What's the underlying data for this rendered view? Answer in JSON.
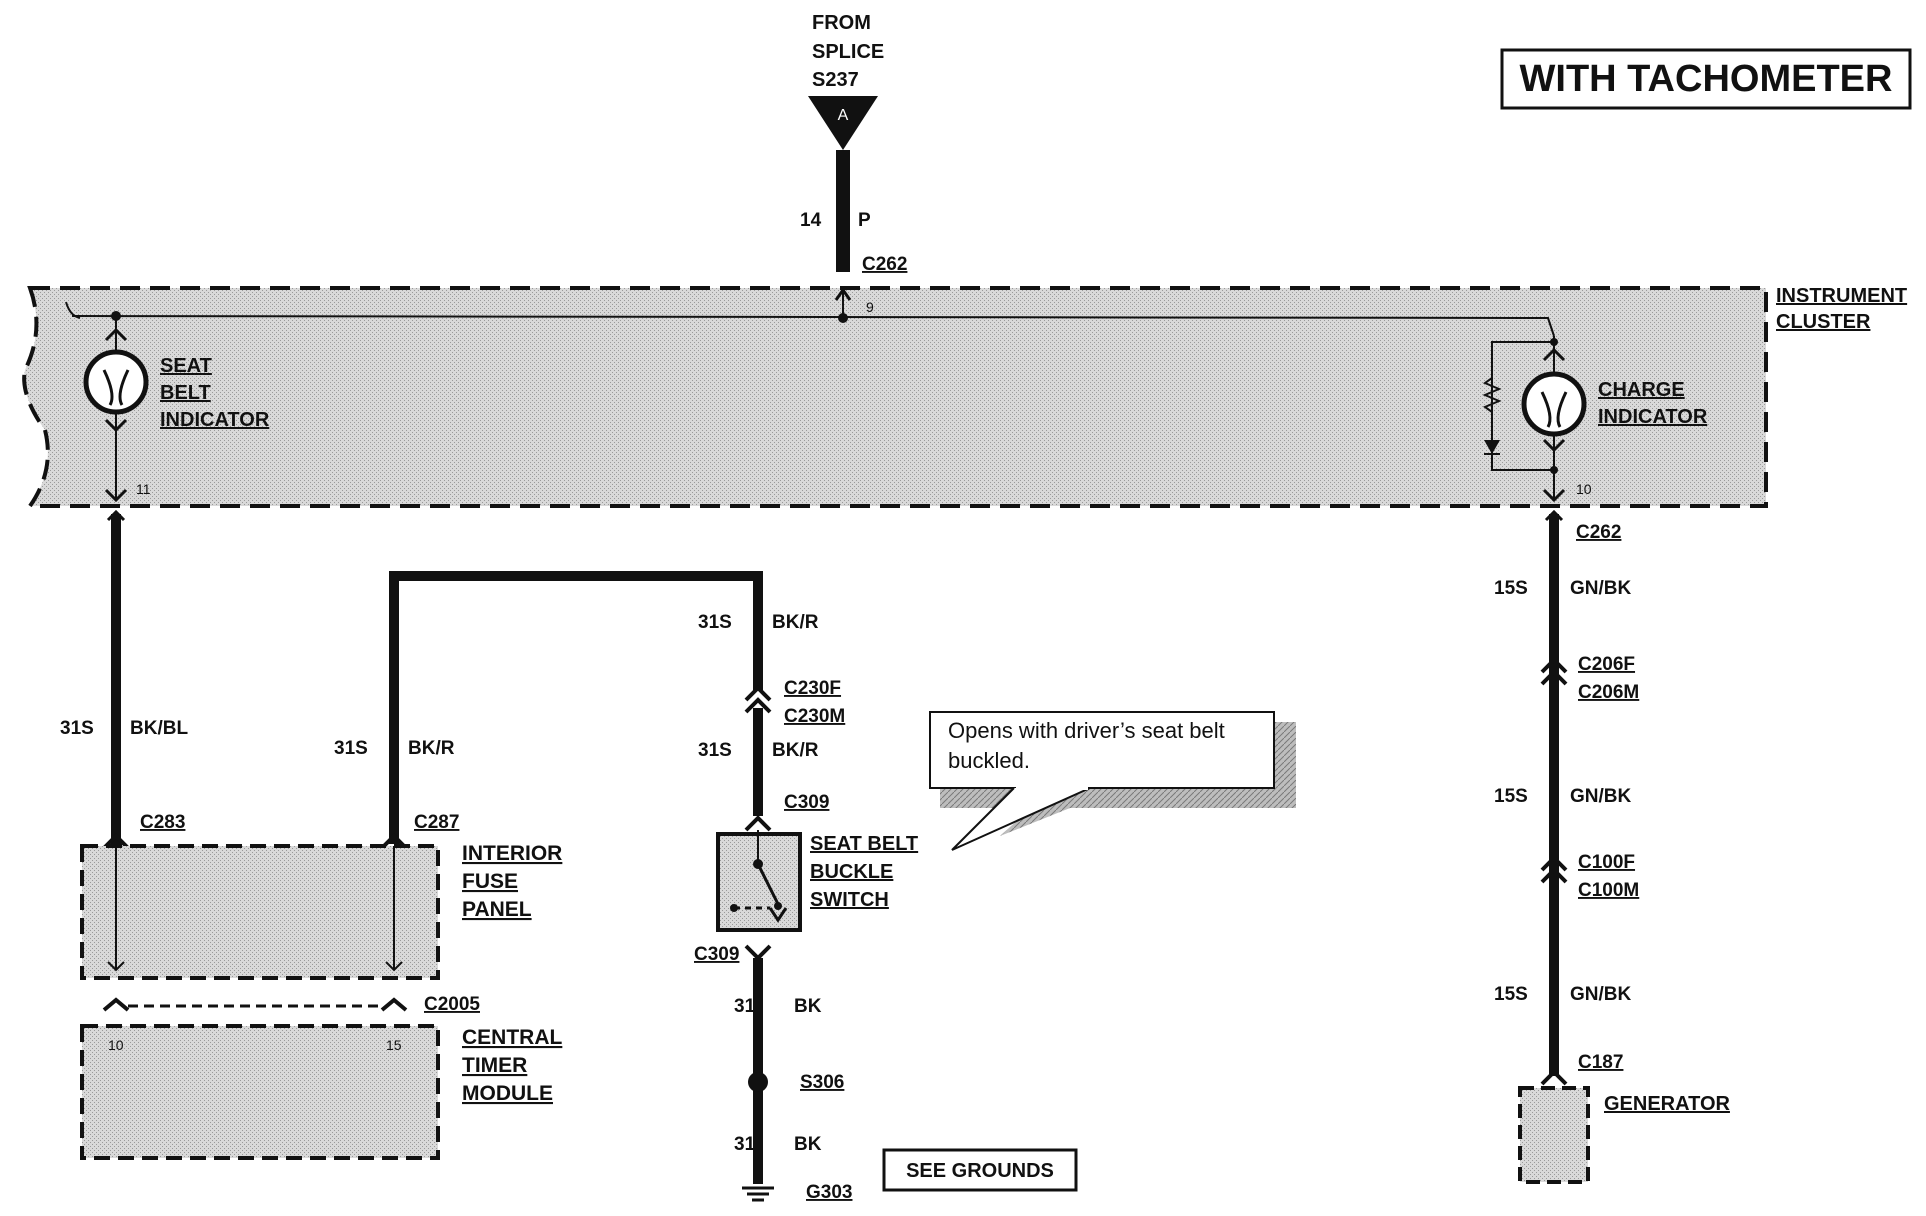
{
  "title": "WITH TACHOMETER",
  "source": {
    "lines": [
      "FROM",
      "SPLICE",
      "S237"
    ],
    "connector_letter": "A"
  },
  "top_wire": {
    "gauge": "14",
    "color": "P",
    "connector": "C262",
    "pin": "9"
  },
  "instrument_cluster": {
    "lines": [
      "INSTRUMENT",
      "CLUSTER"
    ]
  },
  "seat_belt_indicator": {
    "lines": [
      "SEAT",
      "BELT",
      "INDICATOR"
    ],
    "pin": "11"
  },
  "charge_indicator": {
    "lines": [
      "CHARGE",
      "INDICATOR"
    ],
    "pin": "10",
    "connector": "C262"
  },
  "left_wire": {
    "gauge": "31S",
    "color": "BK/BL",
    "connector": "C283"
  },
  "middle_wire": {
    "gauge": "31S",
    "color": "BK/R",
    "connector": "C287"
  },
  "switch_wire_upper": {
    "gauge": "31S",
    "color": "BK/R"
  },
  "c230": {
    "female": "C230F",
    "male": "C230M"
  },
  "switch_wire_lower": {
    "gauge": "31S",
    "color": "BK/R",
    "connector": "C309"
  },
  "seat_belt_buckle_switch": {
    "lines": [
      "SEAT BELT",
      "BUCKLE",
      "SWITCH"
    ],
    "connector_bottom": "C309"
  },
  "callout": {
    "lines": [
      "Opens with driver’s seat belt",
      "buckled."
    ]
  },
  "ground_wire_upper": {
    "gauge": "31",
    "color": "BK",
    "splice": "S306"
  },
  "ground_wire_lower": {
    "gauge": "31",
    "color": "BK",
    "ground": "G303"
  },
  "see_grounds": "SEE GROUNDS",
  "interior_fuse_panel": {
    "lines": [
      "INTERIOR",
      "FUSE",
      "PANEL"
    ]
  },
  "c2005": "C2005",
  "central_timer_module": {
    "lines": [
      "CENTRAL",
      "TIMER",
      "MODULE"
    ],
    "pin_left": "10",
    "pin_right": "15"
  },
  "generator_wire_1": {
    "gauge": "15S",
    "color": "GN/BK"
  },
  "c206": {
    "female": "C206F",
    "male": "C206M"
  },
  "generator_wire_2": {
    "gauge": "15S",
    "color": "GN/BK"
  },
  "c100": {
    "female": "C100F",
    "male": "C100M"
  },
  "generator_wire_3": {
    "gauge": "15S",
    "color": "GN/BK",
    "connector": "C187"
  },
  "generator": "GENERATOR",
  "colors": {
    "ink": "#111111",
    "shade": "#cfcfcf"
  }
}
